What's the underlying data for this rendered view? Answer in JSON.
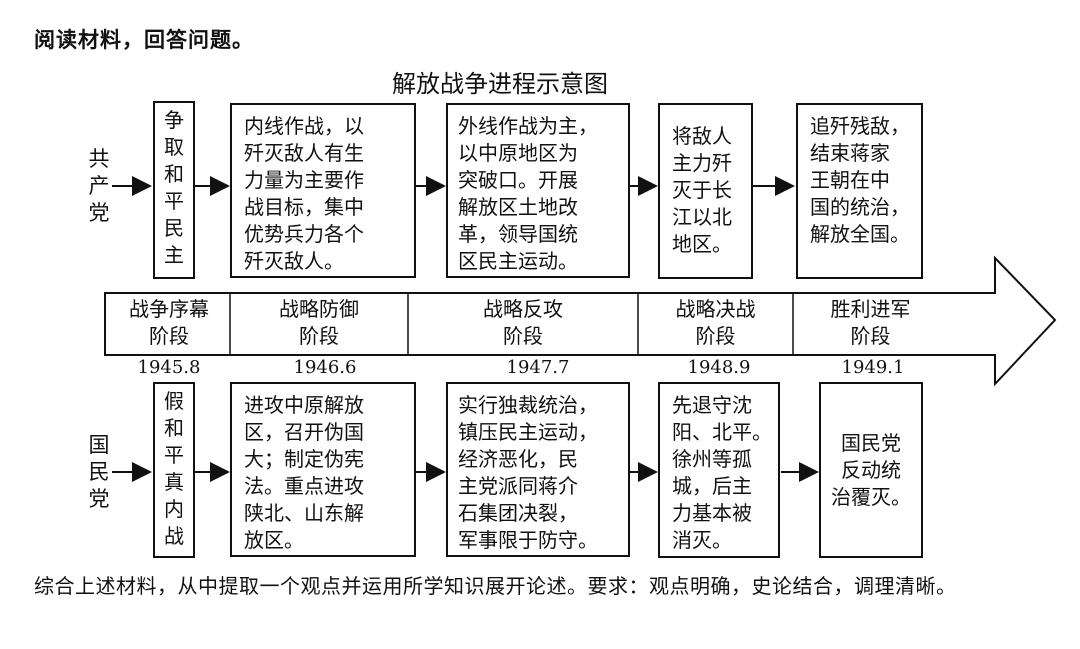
{
  "intro": "阅读材料，回答问题。",
  "title": "解放战争进程示意图",
  "side_labels": {
    "communist": "共\n产\n党",
    "nationalist": "国\n民\n党"
  },
  "communist_boxes": [
    "争\n取\n和\n平\n民\n主",
    "内线作战，以\n歼灭敌人有生\n力量为主要作\n战目标，集中\n优势兵力各个\n歼灭敌人。",
    "外线作战为主，\n以中原地区为\n突破口。开展\n解放区土地改\n革，领导国统\n区民主运动。",
    "将敌人\n主力歼\n灭于长\n江以北\n地区。",
    "追歼残敌，\n结束蒋家\n王朝在中\n国的统治，\n解放全国。"
  ],
  "stages": [
    "战争序幕\n阶段",
    "战略防御\n阶段",
    "战略反攻\n阶段",
    "战略决战\n阶段",
    "胜利进军\n阶段"
  ],
  "dates": [
    "1945.8",
    "1946.6",
    "1947.7",
    "1948.9",
    "1949.1"
  ],
  "nationalist_boxes": [
    "假\n和\n平\n真\n内\n战",
    "进攻中原解放\n区，召开伪国\n大；制定伪宪\n法。重点进攻\n陕北、山东解\n放区。",
    "实行独裁统治，\n镇压民主运动，\n经济恶化，民\n主党派同蒋介\n石集团决裂，\n军事限于防守。",
    "先退守沈\n阳、北平。\n徐州等孤\n城，后主\n力基本被\n消灭。",
    "国民党\n反动统\n治覆灭。"
  ],
  "closing": "综合上述材料，从中提取一个观点并运用所学知识展开论述。要求：观点明确，史论结合，调理清晰。"
}
